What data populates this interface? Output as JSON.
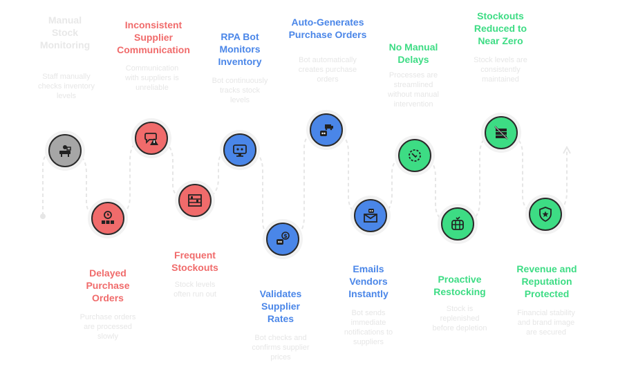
{
  "colors": {
    "gray": "#a6a6a6",
    "red": "#f06b6b",
    "blue": "#4a86e8",
    "green": "#3ddc84",
    "titleGray": "#e8e8e8"
  },
  "steps": [
    {
      "title": "Manual\nStock\nMonitoring",
      "desc": "Staff manually\nchecks inventory\nlevels",
      "color": "gray",
      "icon": "worker-desk-icon"
    },
    {
      "title": "Delayed\nPurchase\nOrders",
      "desc": "Purchase orders\nare processed\nslowly",
      "color": "red",
      "icon": "clock-boxes-icon"
    },
    {
      "title": "Inconsistent\nSupplier\nCommunication",
      "desc": "Communication\nwith suppliers is\nunreliable",
      "color": "red",
      "icon": "chat-warning-icon"
    },
    {
      "title": "Frequent\nStockouts",
      "desc": "Stock levels\noften run out",
      "color": "red",
      "icon": "empty-shelf-icon"
    },
    {
      "title": "RPA Bot\nMonitors\nInventory",
      "desc": "Bot continuously\ntracks stock\nlevels",
      "color": "blue",
      "icon": "robot-monitor-icon"
    },
    {
      "title": "Validates\nSupplier\nRates",
      "desc": "Bot checks and\nconfirms supplier\nprices",
      "color": "blue",
      "icon": "robot-dollar-icon"
    },
    {
      "title": "Auto-Generates\nPurchase Orders",
      "desc": "Bot automatically\ncreates purchase\norders",
      "color": "blue",
      "icon": "robot-truck-icon"
    },
    {
      "title": "Emails\nVendors\nInstantly",
      "desc": "Bot sends\nimmediate\nnotifications to\nsuppliers",
      "color": "blue",
      "icon": "robot-email-icon"
    },
    {
      "title": "No Manual\nDelays",
      "desc": "Processes are\nstreamlined\nwithout manual\nintervention",
      "color": "green",
      "icon": "timer-arrow-icon"
    },
    {
      "title": "Proactive\nRestocking",
      "desc": "Stock is\nreplenished\nbefore depletion",
      "color": "green",
      "icon": "stock-box-icon"
    },
    {
      "title": "Stockouts\nReduced to\nNear Zero",
      "desc": "Stock levels are\nconsistently\nmaintained",
      "color": "green",
      "icon": "crossed-cash-icon"
    },
    {
      "title": "Revenue and\nReputation\nProtected",
      "desc": "Financial stability\nand brand image\nare secured",
      "color": "green",
      "icon": "shield-star-icon"
    }
  ]
}
